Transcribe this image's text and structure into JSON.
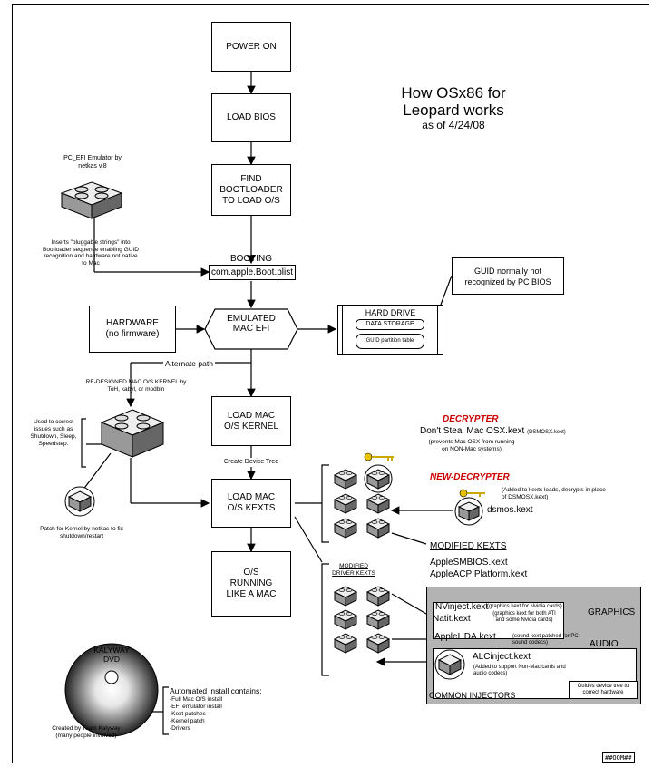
{
  "title": {
    "line1": "How OSx86 for",
    "line2": "Leopard works",
    "line3": "as of 4/24/08"
  },
  "flow": {
    "power_on": "POWER ON",
    "load_bios": "LOAD BIOS",
    "find_bootloader": "FIND BOOTLOADER TO LOAD O/S",
    "booting_label": "BOOTING",
    "boot_plist": "com.apple.Boot.plist",
    "emulated_efi": "EMULATED MAC EFI",
    "hardware": "HARDWARE (no firmware)",
    "alternate_path": "Alternate path",
    "load_kernel": "LOAD MAC O/S KERNEL",
    "create_device_tree": "Create Device Tree",
    "load_kexts": "LOAD MAC O/S KEXTS",
    "os_running": "O/S RUNNING LIKE A MAC"
  },
  "hard_drive": {
    "title": "HARD DRIVE",
    "storage": "DATA STORAGE",
    "guid": "GUID partition table"
  },
  "guid_note": "GUID normally not recognized by PC BIOS",
  "pc_efi": {
    "label": "PC_EFI Emulator by netkas v.8",
    "note": "Inserts \"pluggable strings\" into Bootloader sequence enabling GUID recognition and hardware not native to Mac"
  },
  "kernel": {
    "label": "RE-DESIGNED MAC O/S KERNEL by ToH, kabyl, or modbin",
    "note": "Used to correct issues such as Shutdown, Sleep, Speedstep.",
    "patch": "Patch for Kernel by netkas to fix shutdown/restart"
  },
  "decrypter": {
    "title": "DECRYPTER",
    "kext": "Don't Steal Mac OSX.kext",
    "kext_tag": "(DSMOSX.kext)",
    "note": "(prevents Mac OSX from running on NON-Mac systems)"
  },
  "new_decrypter": {
    "title": "NEW-DECRYPTER",
    "note": "(Added to kexts loads, decrypts in place of DSMOSX.kext)",
    "kext": "dsmos.kext"
  },
  "modified_kexts": {
    "title": "MODIFIED KEXTS",
    "items": [
      "AppleSMBIOS.kext",
      "AppleACPIPlatform.kext"
    ]
  },
  "modified_driver_kexts": "MODIFIED DRIVER KEXTS",
  "injectors": {
    "nvinject": "NVinject.kext",
    "nvinject_note": "(graphics kext for Nvidia cards)",
    "natit": "Natit.kext",
    "natit_note": "(graphics kext for both ATI and some Nvidia cards)",
    "graphics": "GRAPHICS",
    "applehda": "AppleHDA.kext",
    "applehda_note": "(sound kext patched for PC sound codecs)",
    "audio": "AUDIO",
    "alcinject": "ALCinject.kext",
    "alcinject_note": "(Added to support Non-Mac cards and audio codecs)",
    "device_tree_note": "Guides device tree to correct hardware",
    "common": "COMMON INJECTORS"
  },
  "dvd": {
    "label": "KALYWAY DVD",
    "credit": "Created by Team Kalyway (many people involved)",
    "contents_title": "Automated install contains:",
    "contents": [
      "-Full Mac O/S install",
      "-EFI emulator install",
      "-Kext patches",
      "-Kernel patch",
      "-Drivers"
    ]
  },
  "footer_code": "##OOM##"
}
